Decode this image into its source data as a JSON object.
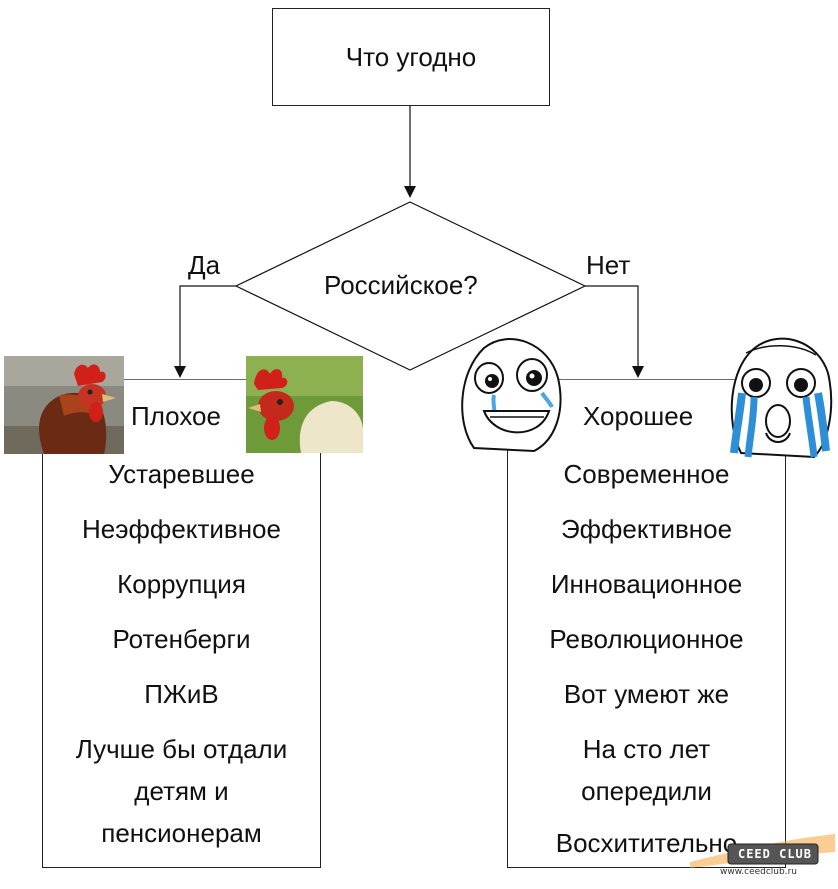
{
  "start": {
    "text": "Что угодно"
  },
  "decision": {
    "text": "Российское?",
    "yes": "Да",
    "no": "Нет"
  },
  "left": {
    "title": "Плохое",
    "items": [
      "Устаревшее",
      "Неэффективное",
      "Коррупция",
      "Ротенберги",
      "ПЖиВ",
      "Лучше бы отдали детям и пенсионерам"
    ]
  },
  "right": {
    "title": "Хорошее",
    "items": [
      "Современное",
      "Эффективное",
      "Инновационное",
      "Революционное",
      "Вот умеют же",
      "На сто лет опередили",
      "Восхитительно"
    ]
  },
  "watermark": {
    "logo": "CEED CLUB",
    "url": "www.ceedclub.ru"
  }
}
